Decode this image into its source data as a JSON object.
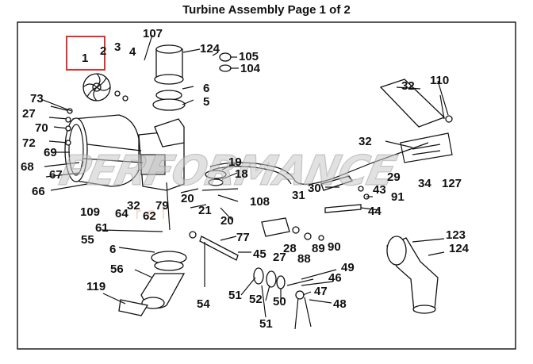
{
  "title": "Turbine Assembly Page 1 of 2",
  "watermark": "PERFORMANCE",
  "watermark_faint": "r e l",
  "highlight_color": "#e03030",
  "callouts": {
    "c1": "1",
    "c2": "2",
    "c3": "3",
    "c4": "4",
    "c107": "107",
    "c124a": "124",
    "c105": "105",
    "c104": "104",
    "c6a": "6",
    "c5": "5",
    "c32a": "32",
    "c110": "110",
    "c73": "73",
    "c27a": "27",
    "c70": "70",
    "c72": "72",
    "c69": "69",
    "c68": "68",
    "c67": "67",
    "c66": "66",
    "c19": "19",
    "c18": "18",
    "c32b": "32",
    "c29": "29",
    "c34": "34",
    "c127": "127",
    "c30": "30",
    "c31": "31",
    "c43": "43",
    "c91": "91",
    "c20a": "20",
    "c108": "108",
    "c109": "109",
    "c64": "64",
    "c32c": "32",
    "c79": "79",
    "c21": "21",
    "c20b": "20",
    "c44": "44",
    "c62": "62",
    "c61": "61",
    "c55": "55",
    "c77": "77",
    "c28": "28",
    "c89": "89",
    "c90": "90",
    "c123": "123",
    "c6b": "6",
    "c45": "45",
    "c27b": "27",
    "c88": "88",
    "c124b": "124",
    "c56": "56",
    "c49": "49",
    "c46": "46",
    "c119": "119",
    "c51a": "51",
    "c52": "52",
    "c50": "50",
    "c47": "47",
    "c54": "54",
    "c48": "48",
    "c51b": "51"
  }
}
